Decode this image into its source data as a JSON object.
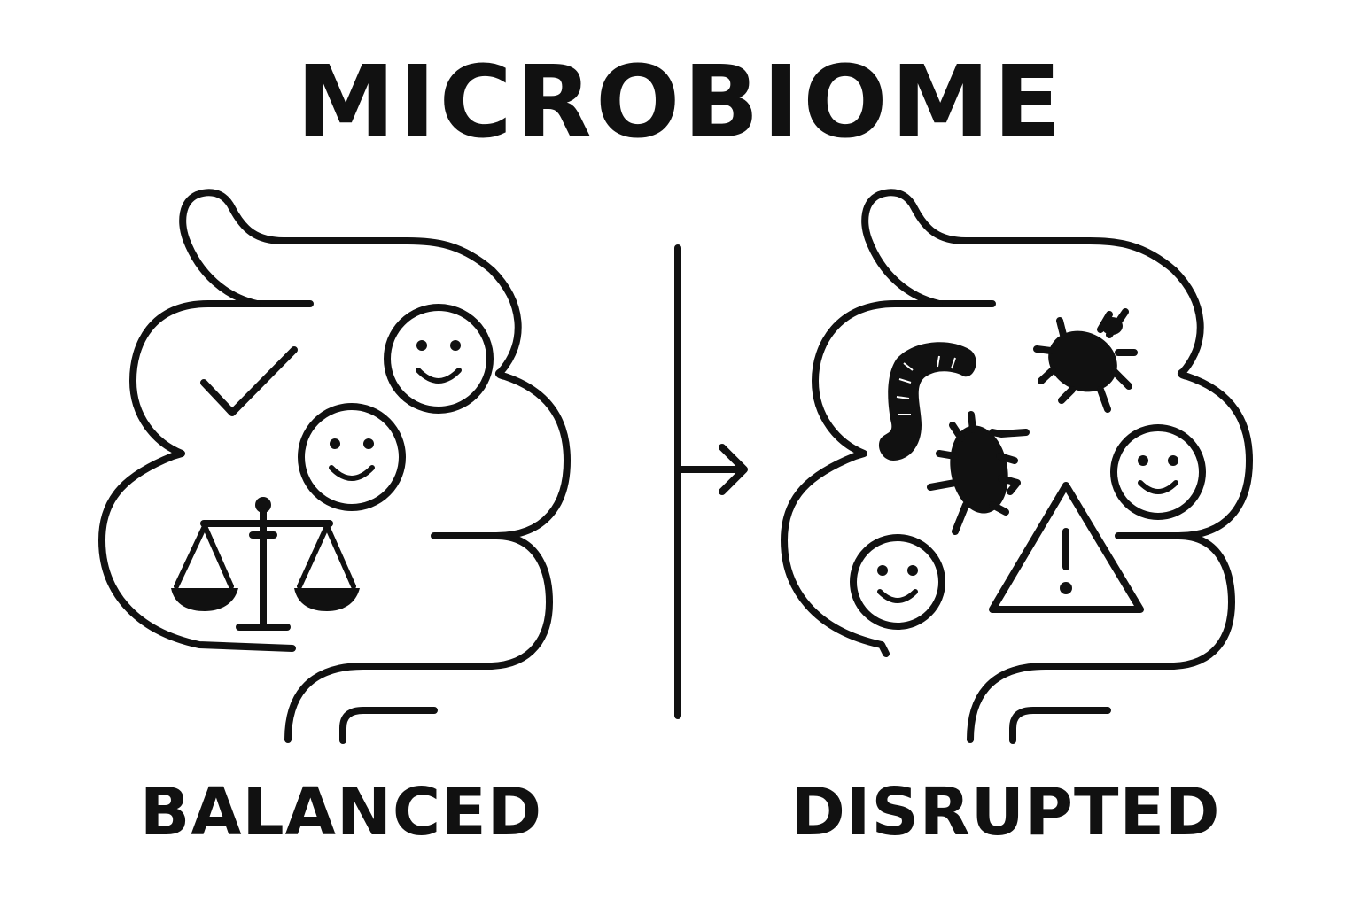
{
  "title": "MICROBIOME",
  "left_panel": {
    "label": "BALANCED",
    "icons": [
      "intestine-icon",
      "check-icon",
      "smiley-icon",
      "smiley-icon",
      "balance-scale-icon"
    ]
  },
  "right_panel": {
    "label": "DISRUPTED",
    "icons": [
      "intestine-icon",
      "worm-icon",
      "bug-icon",
      "bug-icon",
      "smiley-icon",
      "smiley-icon",
      "warning-icon"
    ]
  },
  "divider": {
    "icon": "arrow-right-icon"
  },
  "colors": {
    "ink": "#111111",
    "background": "#ffffff"
  }
}
